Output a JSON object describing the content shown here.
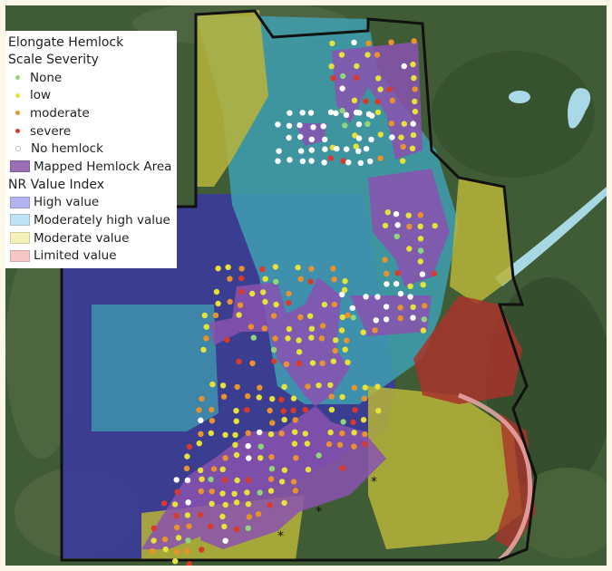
{
  "legend": {
    "title_line1": "Elongate Hemlock",
    "title_line2": "Scale Severity",
    "severity": [
      {
        "label": "None",
        "color": "#8fd67a"
      },
      {
        "label": "low",
        "color": "#e6e23a"
      },
      {
        "label": "moderate",
        "color": "#e8932e"
      },
      {
        "label": "severe",
        "color": "#d93a2b"
      },
      {
        "label": "No hemlock",
        "color": "#ffffff"
      }
    ],
    "mapped_area": {
      "label": "Mapped Hemlock Area",
      "color": "#9b6fb5"
    },
    "nr_title": "NR Value Index",
    "nr_classes": [
      {
        "label": "High value",
        "color": "#b3b3f0"
      },
      {
        "label": "Moderately high value",
        "color": "#bfe2f7"
      },
      {
        "label": "Moderate value",
        "color": "#f5f0b8"
      },
      {
        "label": "Limited value",
        "color": "#f7c6c6"
      }
    ]
  },
  "colors": {
    "high_value_fill": "#3b3a9a",
    "mod_high_fill": "#3f9fb2",
    "moderate_fill": "#b9b43a",
    "limited_fill": "#a8332c",
    "hemlock_fill": "#8a52b0",
    "boundary": "#111111",
    "imagery_base": "#3f5a34"
  }
}
